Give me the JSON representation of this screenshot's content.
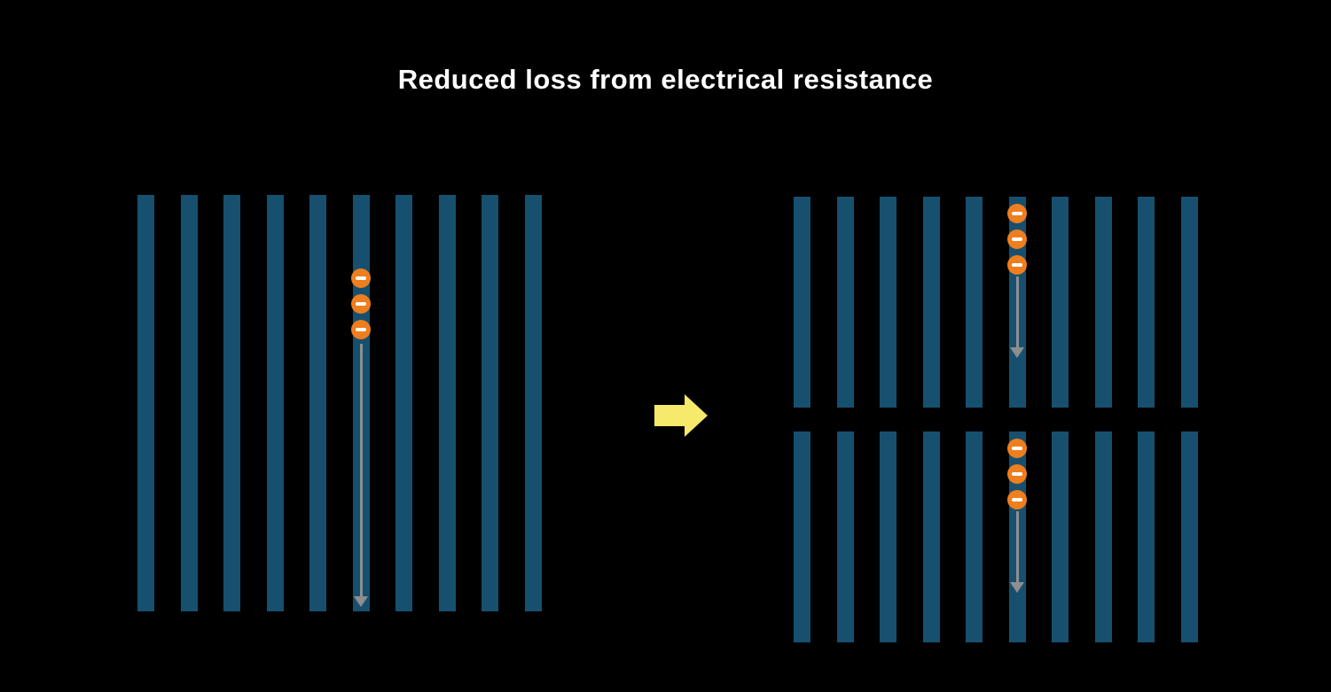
{
  "title": "Reduced loss from electrical resistance",
  "colors": {
    "background": "#000000",
    "bar": "#17506f",
    "electron_fill": "#ee7e1e",
    "electron_minus": "#ffffff",
    "flow_arrow": "#8e8e8e",
    "transition_arrow": "#f6e96b",
    "title_text": "#ffffff"
  },
  "icons": {
    "electron": "minus-circle-icon",
    "current_flow": "down-arrow-icon",
    "transition": "right-arrow-icon"
  },
  "panels": {
    "left_full_cell": {
      "bar_count": 10,
      "electron_bar_index": 5,
      "electron_count": 3
    },
    "right_split_cell_top": {
      "bar_count": 10,
      "electron_bar_index": 5,
      "electron_count": 3
    },
    "right_split_cell_bottom": {
      "bar_count": 10,
      "electron_bar_index": 5,
      "electron_count": 3
    }
  }
}
